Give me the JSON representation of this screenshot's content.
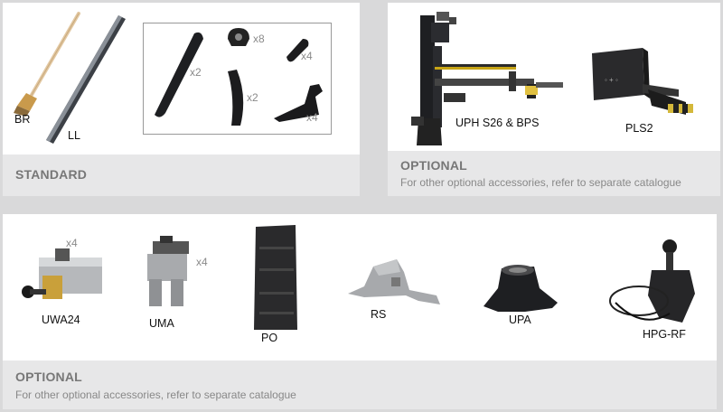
{
  "standard": {
    "title": "STANDARD",
    "items": {
      "br": "BR",
      "ll": "LL"
    },
    "quantities": {
      "a": "x8",
      "b": "x2",
      "c": "x4",
      "d": "x2",
      "e": "x4"
    }
  },
  "optional_top": {
    "title": "OPTIONAL",
    "subtitle": "For other optional accessories, refer to separate catalogue",
    "items": {
      "uph": "UPH S26 & BPS",
      "pls2": "PLS2"
    }
  },
  "optional_bottom": {
    "title": "OPTIONAL",
    "subtitle": "For other optional accessories, refer to separate catalogue",
    "items": {
      "uwa24": "UWA24",
      "uma": "UMA",
      "po": "PO",
      "rs": "RS",
      "upa": "UPA",
      "hpg": "HPG-RF"
    },
    "quantities": {
      "uwa24": "x4",
      "uma": "x4"
    }
  }
}
